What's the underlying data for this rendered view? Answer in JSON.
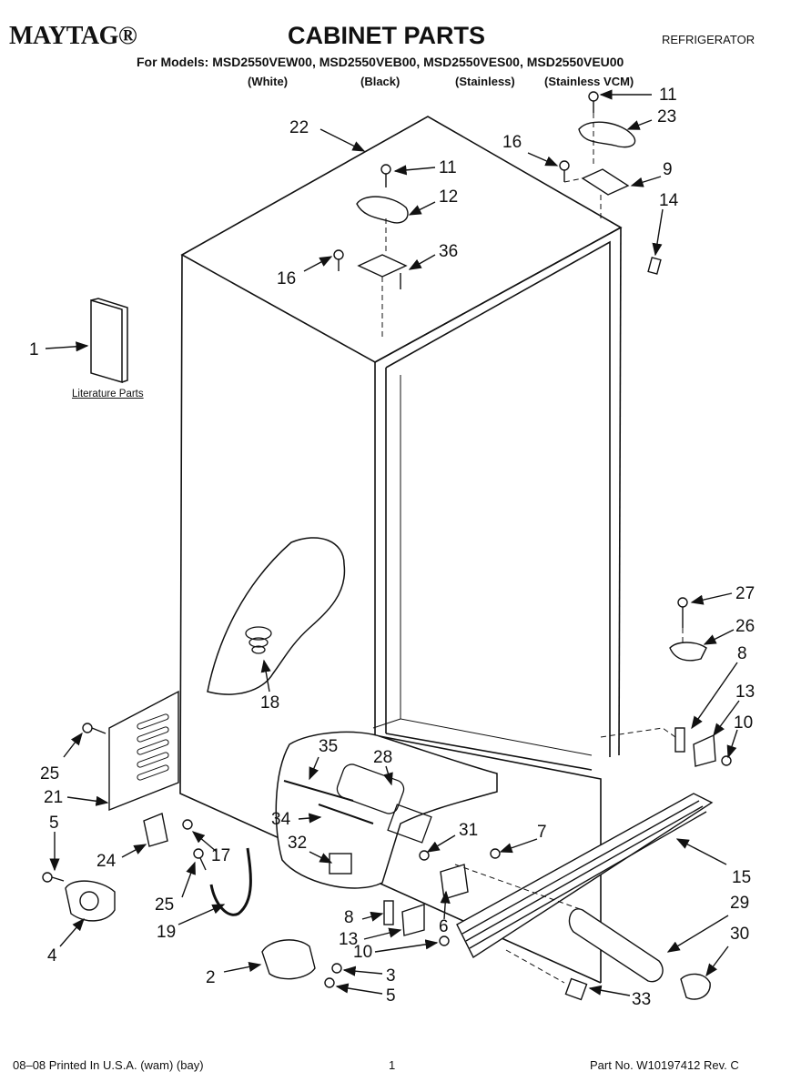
{
  "header": {
    "brand": "MAYTAG®",
    "title": "CABINET PARTS",
    "category": "REFRIGERATOR",
    "models_line": "For Models: MSD2550VEW00, MSD2550VEB00, MSD2550VES00, MSD2550VEU00",
    "variants": [
      "(White)",
      "(Black)",
      "(Stainless)",
      "(Stainless VCM)"
    ]
  },
  "diagram": {
    "literature_label": "Literature Parts",
    "callouts": [
      "1",
      "2",
      "3",
      "4",
      "5",
      "5",
      "6",
      "7",
      "8",
      "8",
      "9",
      "10",
      "10",
      "11",
      "11",
      "12",
      "13",
      "13",
      "14",
      "15",
      "16",
      "16",
      "17",
      "18",
      "19",
      "21",
      "22",
      "23",
      "24",
      "25",
      "25",
      "26",
      "27",
      "28",
      "29",
      "30",
      "31",
      "32",
      "33",
      "34",
      "35",
      "36"
    ]
  },
  "footer": {
    "left": "08–08 Printed In U.S.A. (wam) (bay)",
    "page": "1",
    "right": "Part No. W10197412 Rev. C"
  }
}
